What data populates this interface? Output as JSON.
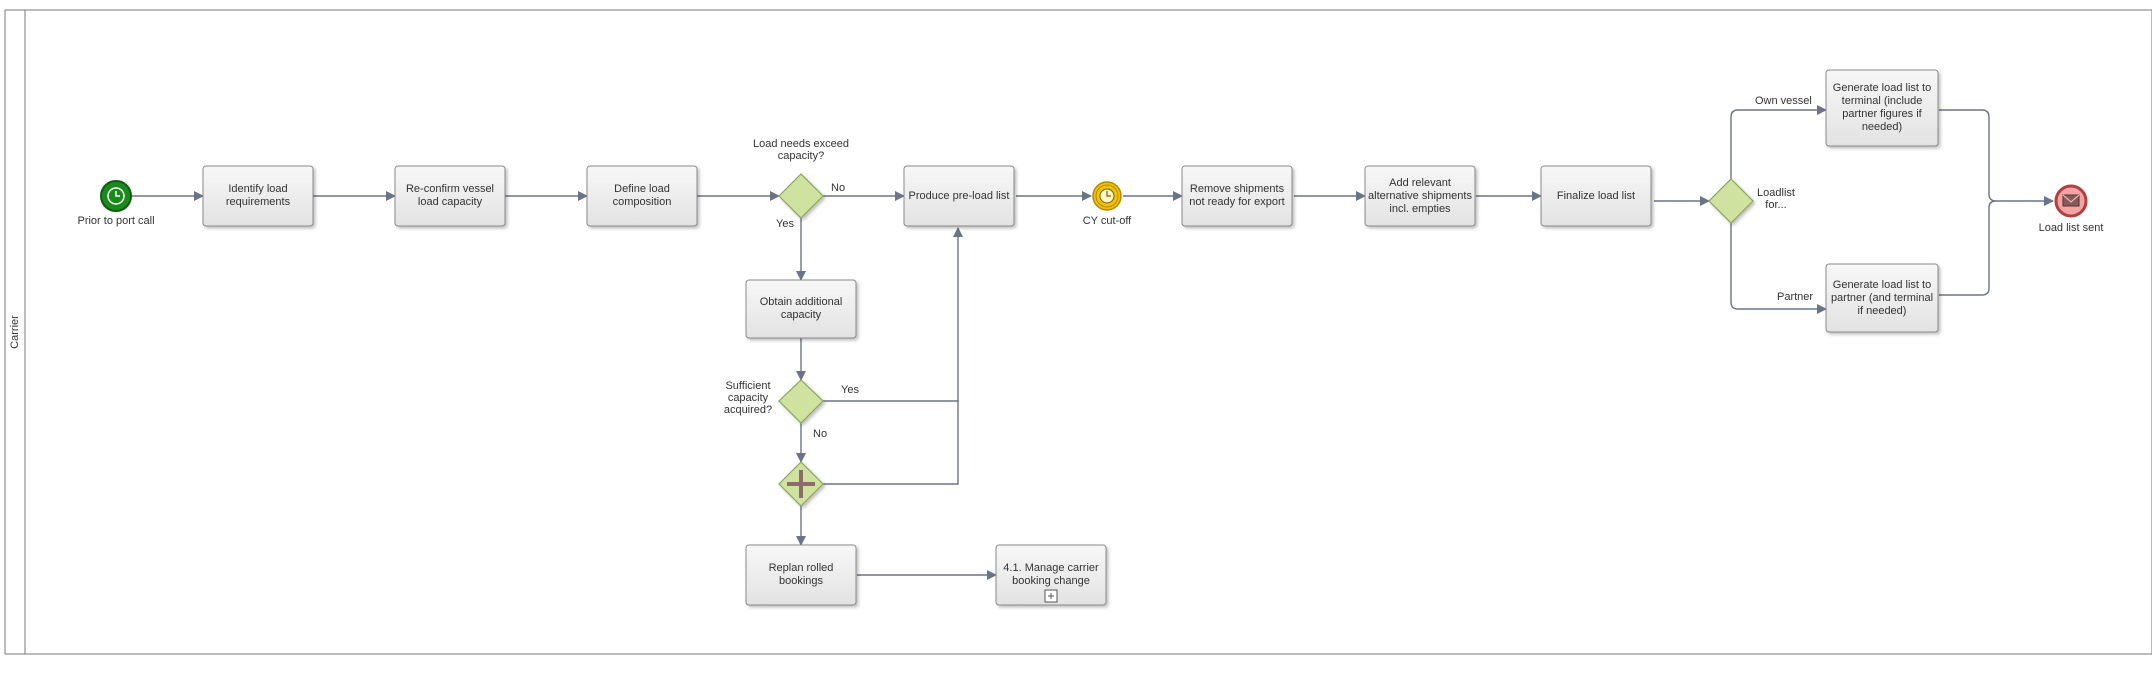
{
  "pool": {
    "lane_label": "Carrier"
  },
  "colors": {
    "start_fill": "#1a8a1a",
    "timer_fill": "#f2c200",
    "end_fill": "#f2a3a3",
    "gateway_fill": "#cfe2a0",
    "task_fill": "#ececec",
    "edge_stroke": "#6b7389"
  },
  "events": {
    "start": {
      "label": "Prior to port call",
      "icon": "clock-icon"
    },
    "cy_cutoff": {
      "label": "CY cut-off",
      "icon": "clock-icon"
    },
    "end": {
      "label": "Load list sent",
      "icon": "envelope-icon"
    }
  },
  "tasks": {
    "identify": "Identify load requirements",
    "reconfirm": "Re-confirm vessel load capacity",
    "define": "Define load composition",
    "obtain": "Obtain additional capacity",
    "produce": "Produce pre-load list",
    "remove": "Remove shipments not ready for export",
    "add_alt": "Add relevant alternative shipments incl. empties",
    "finalize": "Finalize load list",
    "gen_terminal": "Generate load list to terminal (include partner figures if needed)",
    "gen_partner": "Generate load list to partner (and terminal if needed)",
    "replan": "Replan rolled bookings",
    "manage": "4.1. Manage carrier booking change"
  },
  "gateways": {
    "exceed": {
      "question": "Load needs exceed capacity?",
      "yes": "Yes",
      "no": "No"
    },
    "sufficient": {
      "question": "Sufficient capacity acquired?",
      "yes": "Yes",
      "no": "No"
    },
    "loadlist": {
      "question": "Loadlist for...",
      "own": "Own vessel",
      "partner": "Partner"
    }
  }
}
